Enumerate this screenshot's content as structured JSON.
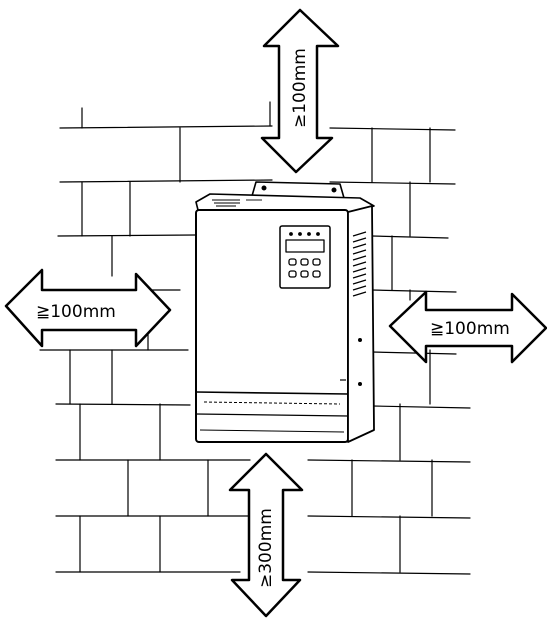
{
  "clearances": {
    "top": "≥100mm",
    "left": "≧100mm",
    "right": "≧100mm",
    "bottom": "≥300mm"
  }
}
